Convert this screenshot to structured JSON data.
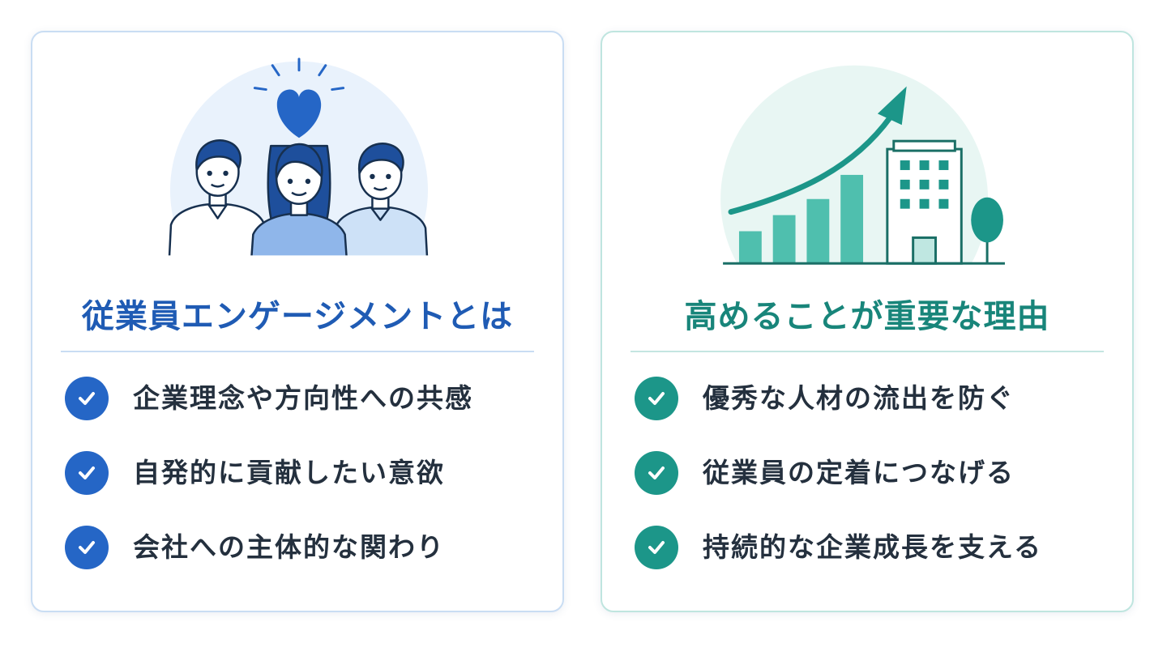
{
  "colors": {
    "blue_accent": "#2566c6",
    "teal_accent": "#1c9689",
    "text": "#24303e"
  },
  "left_card": {
    "title": "従業員エンゲージメントとは",
    "illustration_icon": "team-heart-illustration",
    "items": [
      {
        "text": "企業理念や方向性への共感",
        "icon": "check-circle-icon"
      },
      {
        "text": "自発的に貢献したい意欲",
        "icon": "check-circle-icon"
      },
      {
        "text": "会社への主体的な関わり",
        "icon": "check-circle-icon"
      }
    ]
  },
  "right_card": {
    "title": "高めることが重要な理由",
    "illustration_icon": "growth-chart-building-illustration",
    "items": [
      {
        "text": "優秀な人材の流出を防ぐ",
        "icon": "check-circle-icon"
      },
      {
        "text": "従業員の定着につなげる",
        "icon": "check-circle-icon"
      },
      {
        "text": "持続的な企業成長を支える",
        "icon": "check-circle-icon"
      }
    ]
  }
}
